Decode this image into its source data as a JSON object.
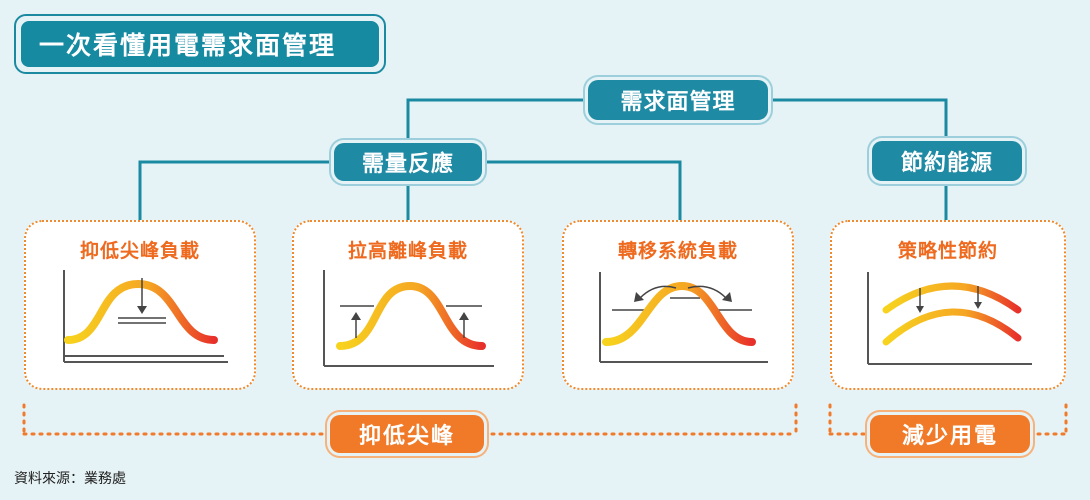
{
  "title": "一次看懂用電需求面管理",
  "root": {
    "label": "需求面管理"
  },
  "branches": [
    {
      "label": "需量反應"
    },
    {
      "label": "節約能源"
    }
  ],
  "cards": [
    {
      "title": "抑低尖峰負載"
    },
    {
      "title": "拉高離峰負載"
    },
    {
      "title": "轉移系統負載"
    },
    {
      "title": "策略性節約"
    }
  ],
  "groups": [
    {
      "label": "抑低尖峰"
    },
    {
      "label": "減少用電"
    }
  ],
  "source": "資料來源：業務處",
  "colors": {
    "teal": "#1e8aa4",
    "orange": "#f07a28",
    "curve_start": "#f7d31e",
    "curve_end": "#e8302a"
  }
}
